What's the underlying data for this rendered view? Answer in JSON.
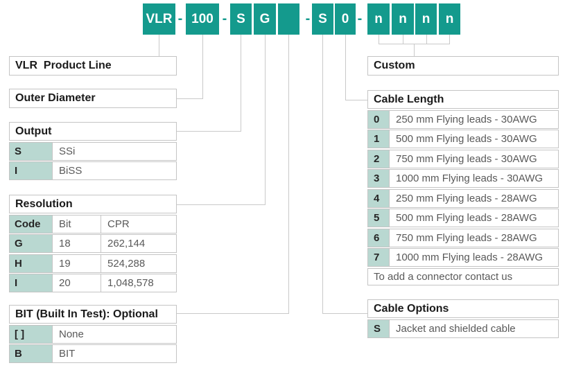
{
  "diagram_title": "VLR product ordering code diagram",
  "colors": {
    "teal": "#149a8d",
    "light_teal": "#b9d8d1",
    "table_border": "#c4c4c4",
    "connector_line": "#c9c9c9",
    "header_text": "#1a1a1a",
    "desc_text": "#595959"
  },
  "code_row": {
    "boxes": [
      "VLR",
      "100",
      "S",
      "G",
      "",
      "S",
      "0",
      "n",
      "n",
      "n",
      "n"
    ],
    "separator": "-"
  },
  "sections": {
    "product_line": {
      "title": "VLR  Product Line"
    },
    "outer_diameter": {
      "title": "Outer Diameter"
    },
    "output": {
      "title": "Output",
      "rows": [
        {
          "code": "S",
          "desc": "SSi"
        },
        {
          "code": "I",
          "desc": "BiSS"
        }
      ]
    },
    "resolution": {
      "title": "Resolution",
      "columns": {
        "code": "Code",
        "bit": "Bit",
        "cpr": "CPR"
      },
      "rows": [
        {
          "code": "G",
          "bit": "18",
          "cpr": "262,144"
        },
        {
          "code": "H",
          "bit": "19",
          "cpr": "524,288"
        },
        {
          "code": "I",
          "bit": "20",
          "cpr": "1,048,578"
        }
      ]
    },
    "bit_test": {
      "title": "BIT (Built In Test): Optional",
      "rows": [
        {
          "code": "[ ]",
          "desc": "None"
        },
        {
          "code": "B",
          "desc": "BIT"
        }
      ]
    },
    "custom": {
      "title": "Custom"
    },
    "cable_length": {
      "title": "Cable Length",
      "rows": [
        {
          "code": "0",
          "desc": "250 mm Flying leads - 30AWG"
        },
        {
          "code": "1",
          "desc": "500 mm Flying leads - 30AWG"
        },
        {
          "code": "2",
          "desc": "750 mm Flying leads - 30AWG"
        },
        {
          "code": "3",
          "desc": "1000 mm Flying leads - 30AWG"
        },
        {
          "code": "4",
          "desc": "250 mm Flying leads - 28AWG"
        },
        {
          "code": "5",
          "desc": "500 mm Flying leads - 28AWG"
        },
        {
          "code": "6",
          "desc": "750 mm Flying leads - 28AWG"
        },
        {
          "code": "7",
          "desc": "1000 mm Flying leads - 28AWG"
        }
      ],
      "footer": "To add a connector contact us"
    },
    "cable_options": {
      "title": "Cable Options",
      "rows": [
        {
          "code": "S",
          "desc": "Jacket and shielded cable"
        }
      ]
    }
  }
}
